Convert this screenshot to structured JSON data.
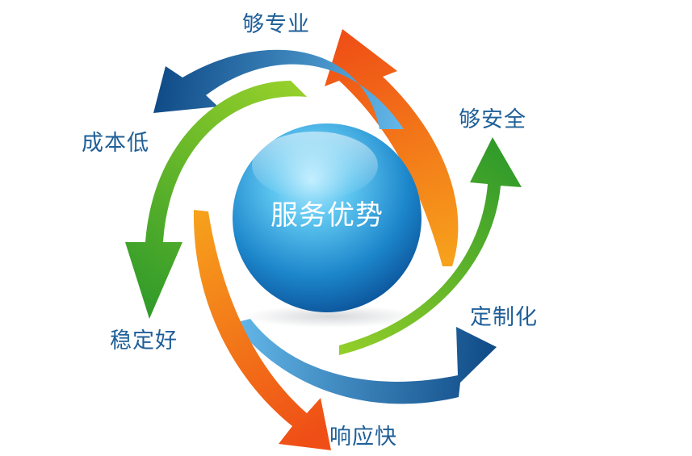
{
  "center": {
    "title": "服务优势"
  },
  "labels": {
    "professional": "够专业",
    "secure": "够安全",
    "customized": "定制化",
    "responsive": "响应快",
    "stable": "稳定好",
    "low_cost": "成本低"
  },
  "colors": {
    "label_text": "#1f5f98",
    "blue": "#1e73b8",
    "blue_dark": "#0f4a86",
    "blue_light": "#64b8ea",
    "green": "#2f9a2a",
    "green_light": "#94cf2a",
    "orange": "#ef4f16",
    "orange_light": "#f7a31c",
    "sphere_dark": "#0b4f96",
    "sphere_light": "#5fc6f0"
  }
}
